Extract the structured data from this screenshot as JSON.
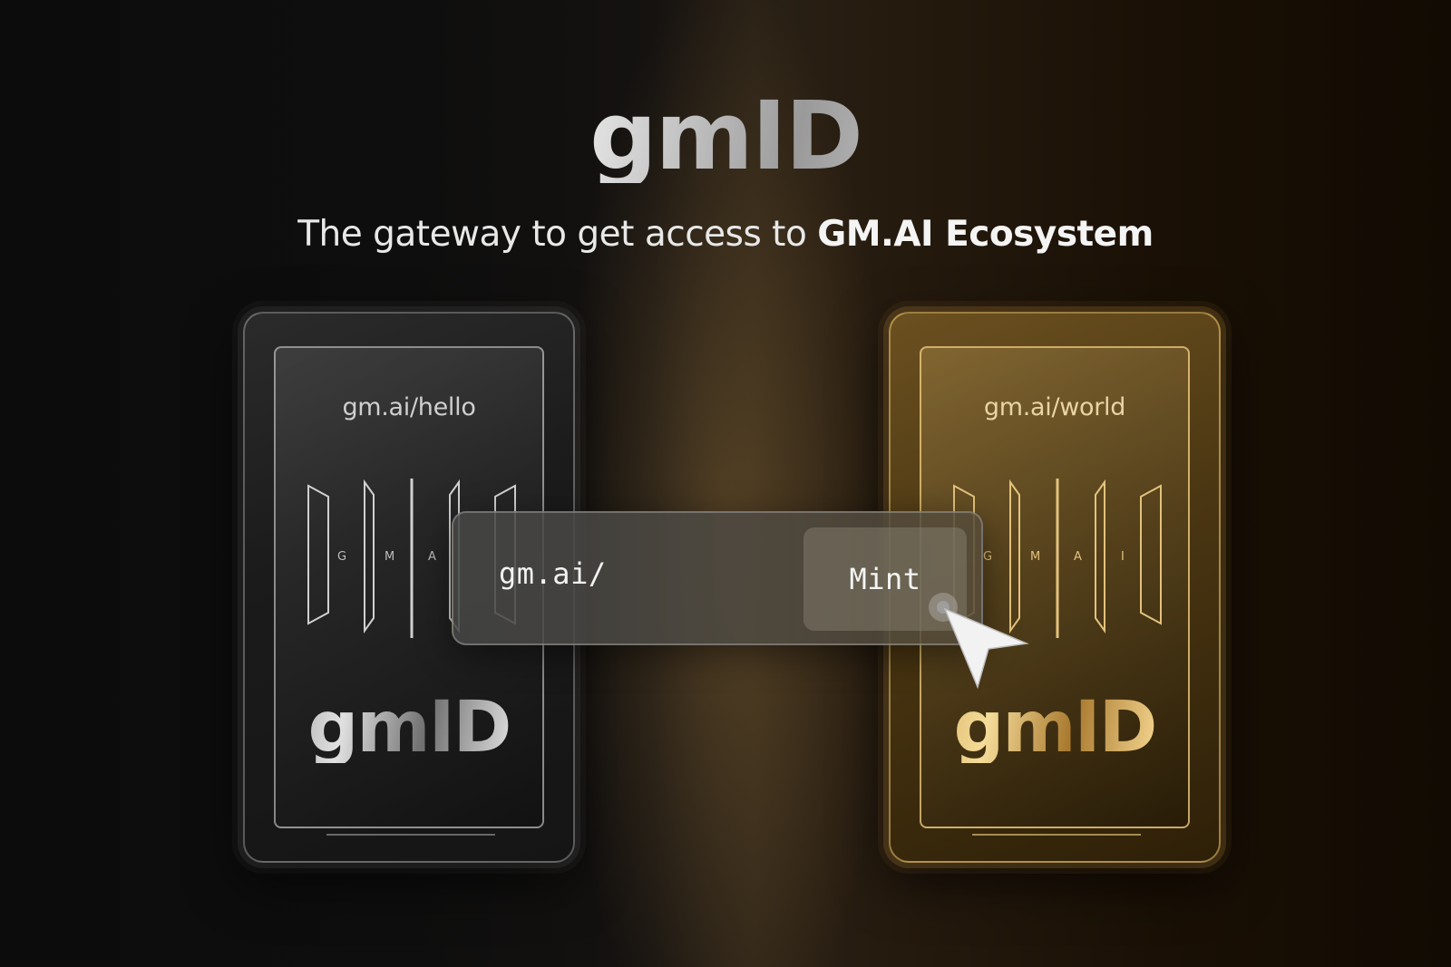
{
  "header": {
    "title": "gmID",
    "subtitle_prefix": "The gateway to get access to ",
    "subtitle_highlight": "GM.AI Ecosystem"
  },
  "cards": {
    "silver": {
      "url": "gm.ai/hello",
      "emblem_letters": [
        "G",
        "M",
        "A"
      ],
      "logo": "gmID"
    },
    "gold": {
      "url": "gm.ai/world",
      "emblem_letters": [
        "G",
        "M",
        "A",
        "I"
      ],
      "logo": "gmID"
    }
  },
  "mint_bar": {
    "prefix": "gm.ai/",
    "button_label": "Mint"
  },
  "colors": {
    "silver_accent": "#d9d9d9",
    "gold_accent": "#e6c27a",
    "background": "#0b0b0b"
  },
  "icons": {
    "cursor": "arrow-cursor-icon"
  }
}
